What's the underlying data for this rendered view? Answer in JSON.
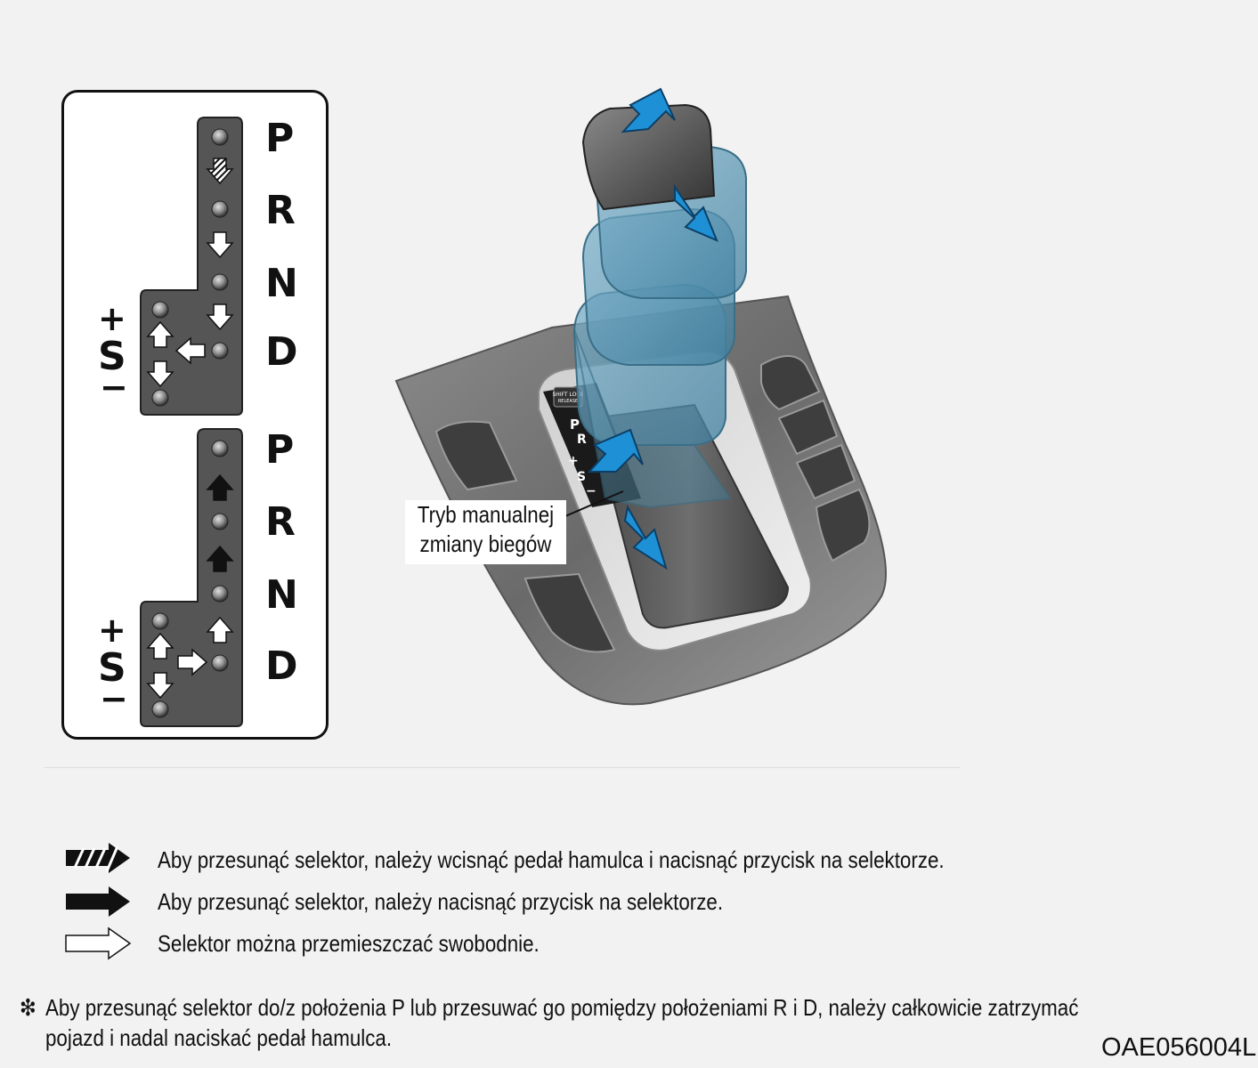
{
  "gate_diagram": {
    "upper": {
      "gears": [
        "P",
        "R",
        "N",
        "D"
      ],
      "sport_label": "S",
      "plus": "+",
      "minus": "−"
    },
    "lower": {
      "gears": [
        "P",
        "R",
        "N",
        "D"
      ],
      "sport_label": "S",
      "plus": "+",
      "minus": "−"
    }
  },
  "illustration": {
    "callout": {
      "line1": "Tryb manualnej",
      "line2": "zmiany biegów"
    },
    "console_gears": [
      "P",
      "R",
      "+",
      "S",
      "−"
    ],
    "button_label": "SHIFT LOCK RELEASE",
    "arrow_color": "#1e90d6"
  },
  "legend": [
    {
      "icon": "hatched-arrow-icon",
      "text": "Aby przesunąć selektor, należy wcisnąć pedał hamulca i nacisnąć przycisk na selektorze."
    },
    {
      "icon": "solid-arrow-icon",
      "text": "Aby przesunąć selektor, należy nacisnąć przycisk na selektorze."
    },
    {
      "icon": "outline-arrow-icon",
      "text": "Selektor można przemieszczać swobodnie."
    }
  ],
  "note": {
    "symbol": "❇",
    "line1": "Aby przesunąć selektor do/z położenia P lub przesuwać go pomiędzy położeniami R i D, należy całkowicie zatrzymać",
    "line2": "pojazd i nadal naciskać pedał hamulca."
  },
  "figure_code": "OAE056004L"
}
